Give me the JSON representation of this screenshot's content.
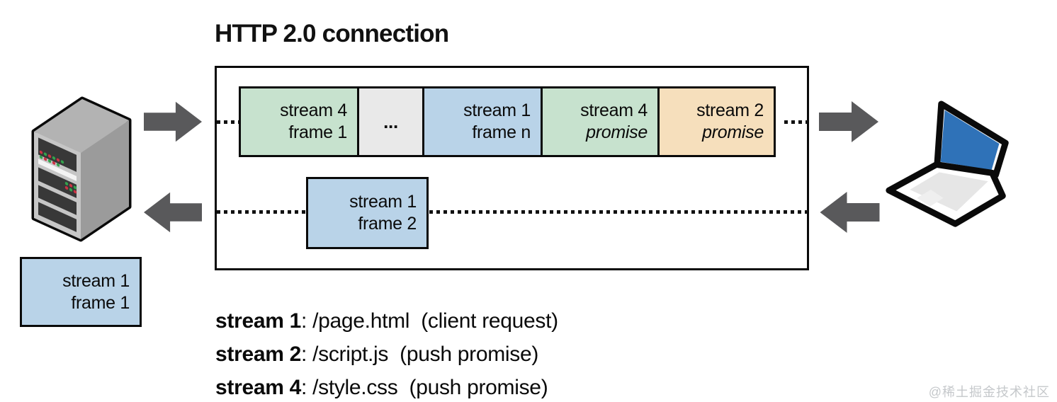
{
  "title": "HTTP 2.0 connection",
  "connection_box": {
    "top_row": [
      {
        "line1": "stream 4",
        "line2": "frame 1",
        "color": "#c7e2ce"
      },
      {
        "line1": "...",
        "line2": "",
        "color": "#e9e9e9"
      },
      {
        "line1": "stream 1",
        "line2": "frame n",
        "color": "#b9d3e8"
      },
      {
        "line1": "stream 4",
        "line2": "promise",
        "color": "#c7e2ce",
        "line2_style": "italic"
      },
      {
        "line1": "stream 2",
        "line2": "promise",
        "color": "#f6dfbc",
        "line2_style": "italic"
      }
    ],
    "bottom_row_frame": {
      "line1": "stream 1",
      "line2": "frame 2",
      "color": "#b9d3e8"
    }
  },
  "server_side_frame": {
    "line1": "stream 1",
    "line2": "frame 1",
    "color": "#b9d3e8"
  },
  "legend": [
    {
      "stream": "stream 1",
      "rest": ": /page.html  (client request)"
    },
    {
      "stream": "stream 2",
      "rest": ": /script.js  (push promise)"
    },
    {
      "stream": "stream 4",
      "rest": ": /style.css  (push promise)"
    }
  ],
  "watermark": "@稀土掘金技术社区",
  "icons": {
    "server": "server-tower-icon",
    "laptop": "laptop-icon",
    "arrows": [
      "arrow-right-icon",
      "arrow-left-icon",
      "arrow-right-icon",
      "arrow-left-icon"
    ]
  },
  "colors": {
    "frame_green": "#c7e2ce",
    "frame_blue": "#b9d3e8",
    "frame_tan": "#f6dfbc",
    "frame_gray": "#e9e9e9",
    "arrow_gray": "#59595b",
    "outline_black": "#0a0a0a",
    "laptop_screen_blue": "#2f72b8",
    "watermark_gray": "#c5c8cb"
  }
}
